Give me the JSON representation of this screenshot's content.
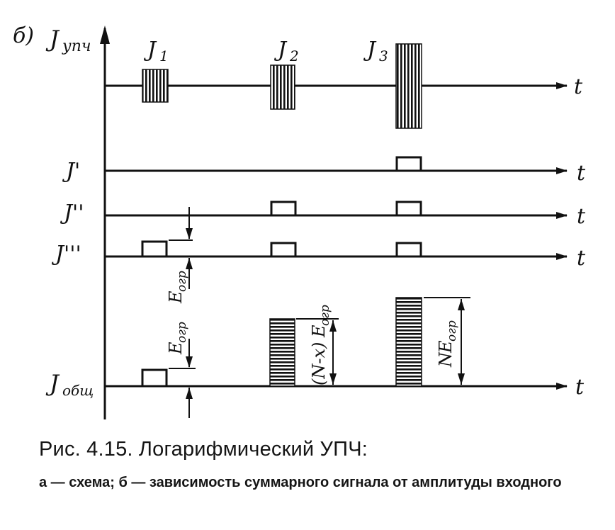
{
  "figure": {
    "panel_letter": "б)",
    "axis_label_main": "J",
    "axis_label_main_sub": "упч",
    "pulse_labels": [
      {
        "base": "J",
        "sub": "1"
      },
      {
        "base": "J",
        "sub": "2"
      },
      {
        "base": "J",
        "sub": "3"
      }
    ],
    "row_labels": [
      "J'",
      "J''",
      "J'''"
    ],
    "total_label_base": "J",
    "total_label_sub": "общ",
    "time_label": "t",
    "limit_label_base": "E",
    "limit_label_sub": "огр",
    "mid_amplitude_prefix": "(N-x)",
    "high_amplitude_prefix": "N"
  },
  "caption": {
    "title": "Рис. 4.15. Логарифмический УПЧ:",
    "subtitle": "а — схема; б — зависимость суммарного сигнала от амплитуды входного"
  }
}
